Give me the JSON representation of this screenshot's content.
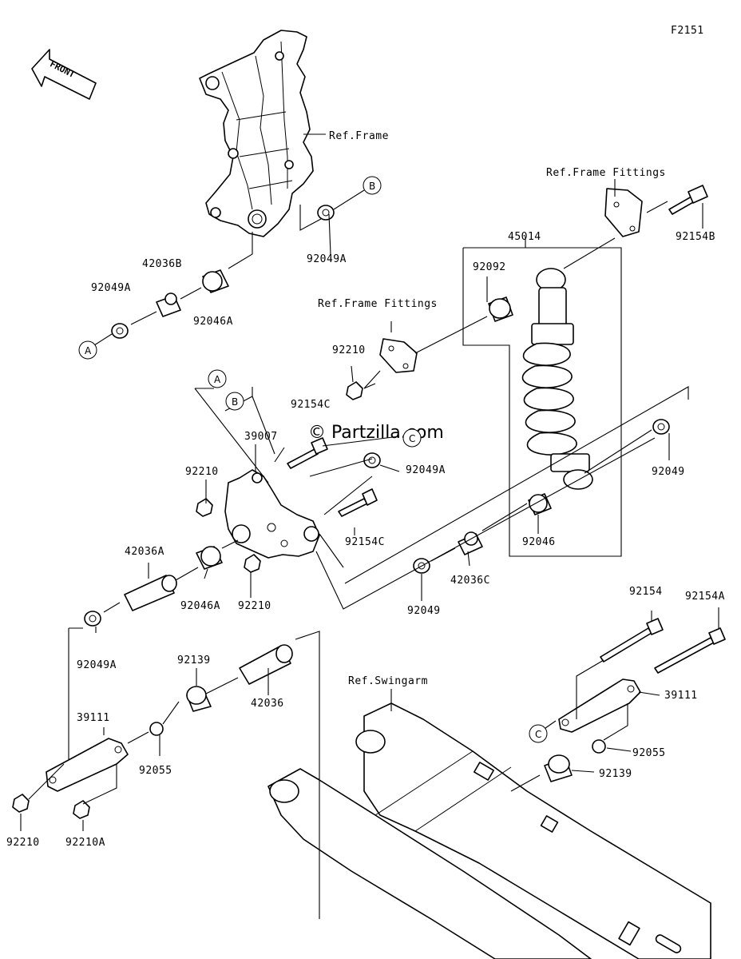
{
  "figure_code": "F2151",
  "front_label": "FRONT",
  "watermark": "© Partzilla.com",
  "labels": {
    "ref_frame": "Ref.Frame",
    "ref_frame_fittings_1": "Ref.Frame Fittings",
    "ref_frame_fittings_2": "Ref.Frame Fittings",
    "ref_swingarm": "Ref.Swingarm",
    "p_92049A_1": "92049A",
    "p_42036B": "42036B",
    "p_92046A_1": "92046A",
    "p_92049A_2": "92049A",
    "p_45014": "45014",
    "p_92092": "92092",
    "p_92154B": "92154B",
    "p_92210_1": "92210",
    "p_92154C_1": "92154C",
    "p_39007": "39007",
    "p_92210_2": "92210",
    "p_92049A_3": "92049A",
    "p_92154C_2": "92154C",
    "p_42036A": "42036A",
    "p_92046A_2": "92046A",
    "p_92210_3": "92210",
    "p_92049_1": "92049",
    "p_92046": "92046",
    "p_42036C": "42036C",
    "p_92049_2": "92049",
    "p_92049A_4": "92049A",
    "p_92139_1": "92139",
    "p_42036": "42036",
    "p_39111_1": "39111",
    "p_92055_1": "92055",
    "p_92210_4": "92210",
    "p_92210A": "92210A",
    "p_92154": "92154",
    "p_92154A": "92154A",
    "p_39111_2": "39111",
    "p_92055_2": "92055",
    "p_92139_2": "92139"
  },
  "callouts": {
    "A": "A",
    "B": "B",
    "C": "C"
  }
}
